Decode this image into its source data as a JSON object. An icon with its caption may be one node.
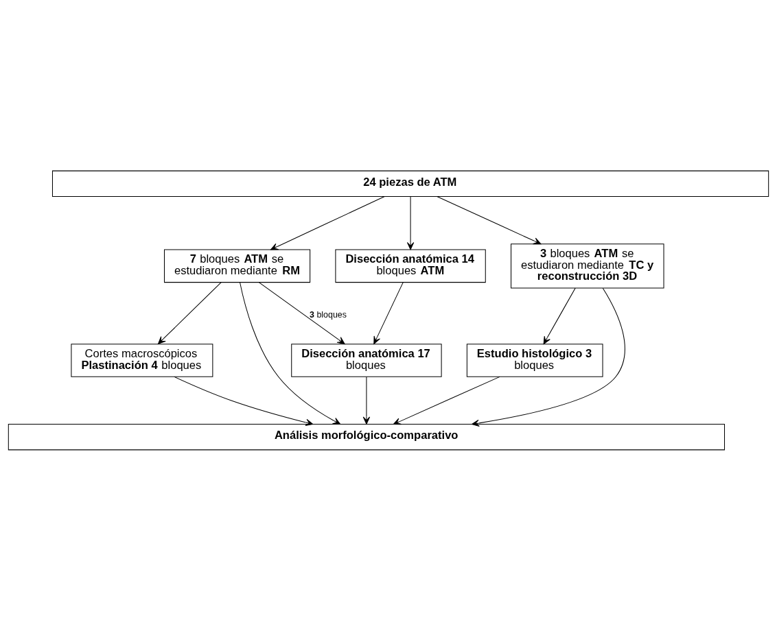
{
  "diagram": {
    "nodes": [
      {
        "text": [
          "24 piezas de ATM"
        ]
      },
      {
        "text": [
          "**7** bloques **ATM** se estudiaron mediante **RM**"
        ]
      },
      {
        "text": [
          "**Disección anatómica 14** bloques **ATM**"
        ]
      },
      {
        "text": [
          "**3** bloques **ATM** se estudiaron mediante **TC y reconstrucción 3D**"
        ]
      },
      {
        "text": [
          "Cortes macroscópicos **Plastinación 4** bloques"
        ]
      },
      {
        "text": [
          "**Disección anatómica 17** bloques"
        ]
      },
      {
        "text": [
          "**Estudio histológico 3** bloques"
        ]
      },
      {
        "text": [
          "Análisis morfológico-comparativo"
        ]
      }
    ],
    "edges": [
      {
        "from": 0,
        "to": 1,
        "arrow": "to"
      },
      {
        "from": 0,
        "to": 2,
        "arrow": "to"
      },
      {
        "from": 0,
        "to": 3,
        "arrow": "to"
      },
      {
        "from": 1,
        "to": 7,
        "arrow": "to"
      },
      {
        "from": 1,
        "to": 4,
        "arrow": "to"
      },
      {
        "from": 1,
        "to": 5,
        "arrow": "to",
        "label": "**3** bloques"
      },
      {
        "from": 2,
        "to": 5,
        "arrow": "to"
      },
      {
        "from": 3,
        "to": 7,
        "arrow": "to"
      },
      {
        "from": 3,
        "to": 6,
        "arrow": "to"
      },
      {
        "from": 4,
        "to": 7,
        "arrow": "to"
      },
      {
        "from": 5,
        "to": 7,
        "arrow": "to"
      },
      {
        "from": 6,
        "to": 7,
        "arrow": "to"
      }
    ]
  }
}
